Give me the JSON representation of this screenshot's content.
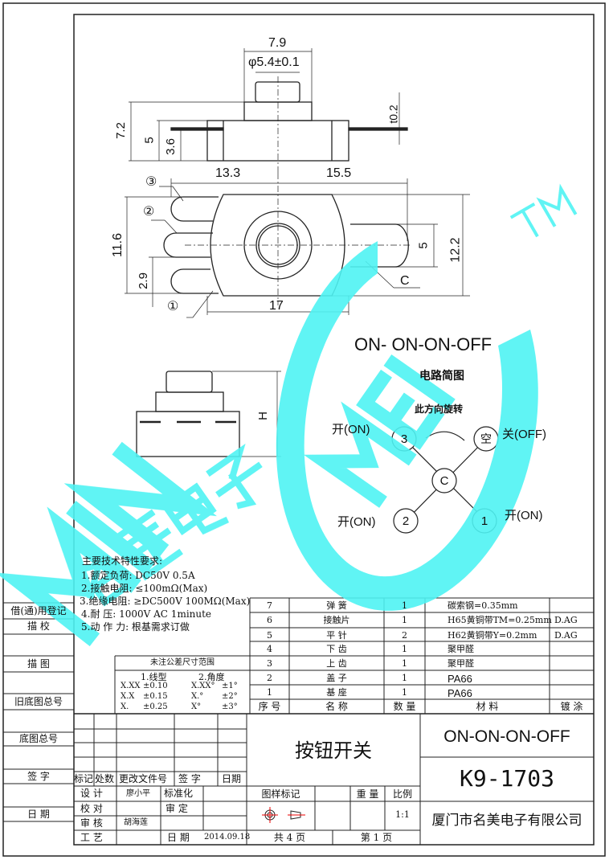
{
  "watermark": {
    "brand": "MINGMEI",
    "chinese": "名美电子",
    "tm": "TM",
    "color": "#4ff3f3"
  },
  "top_view": {
    "dims": {
      "width_collar": "7.9",
      "diameter": "φ5.4±0.1",
      "thickness": "t0.2",
      "height_total": "7.2",
      "height_body": "5",
      "pin_height": "3.6"
    }
  },
  "plan_view": {
    "dims": {
      "left": "13.3",
      "right": "15.5",
      "height_left": "11.6",
      "pin_pitch": "2.9",
      "right_pin": "5",
      "height_right": "12.2",
      "base_width": "17"
    },
    "labels": {
      "pin1": "①",
      "pin2": "②",
      "pin3": "③",
      "common": "C"
    }
  },
  "side_view": {
    "dim_h": "H"
  },
  "circuit": {
    "title": "ON- ON-ON-OFF",
    "subtitle": "电路简图",
    "rotation": "此方向旋转",
    "nodes": {
      "n3": "3",
      "off": "空",
      "c": "C",
      "n2": "2",
      "n1": "1"
    },
    "labels": {
      "on3": "开(ON)",
      "off": "关(OFF)",
      "on2": "开(ON)",
      "on1": "开(ON)"
    }
  },
  "specs": {
    "title": "主要技术特性要求:",
    "items": [
      "1.额定负荷: DC50V 0.5A",
      "2.接触电阻:  ≤100mΩ(Max)",
      "3.绝缘电阻: ≥DC500V 100MΩ(Max)",
      "4.耐    压: 1000V AC 1minute",
      "5.动 作 力: 根基需求订做"
    ]
  },
  "tolerance": {
    "title": "未注公差尺寸范围",
    "col1": "1.线型",
    "col2": "2.角度",
    "rows": [
      [
        "X.XX",
        "±0.10",
        "X.XX°",
        "±1°"
      ],
      [
        "X.X",
        "±0.15",
        "X.°",
        "±2°"
      ],
      [
        "X.",
        "±0.25",
        "X°",
        "±3°"
      ]
    ]
  },
  "parts": {
    "headers": [
      "序 号",
      "名   称",
      "数 量",
      "材    料",
      "镀  涂"
    ],
    "rows": [
      [
        "7",
        "弹 簧",
        "1",
        "碳索钢=0.35mm",
        ""
      ],
      [
        "6",
        "接触片",
        "1",
        "H65黄铜带TM=0.25mm",
        "D.AG"
      ],
      [
        "5",
        "平 针",
        "2",
        "H62黄铜带Y=0.2mm",
        "D.AG"
      ],
      [
        "4",
        "下 齿",
        "1",
        "聚甲醛",
        ""
      ],
      [
        "3",
        "上 齿",
        "1",
        "聚甲醛",
        ""
      ],
      [
        "2",
        "盖 子",
        "1",
        "PA66",
        ""
      ],
      [
        "1",
        "基 座",
        "1",
        "PA66",
        ""
      ]
    ]
  },
  "left_strip": [
    "借(通)用登记",
    "描  校",
    "描  图",
    "旧底图总号",
    "底图总号",
    "签  字",
    "日  期"
  ],
  "title_block": {
    "rev_headers": [
      "标记",
      "处数",
      "更改文件号",
      "签   字",
      "日期"
    ],
    "design": "设  计",
    "designer": "廖小平",
    "standard": "标准化",
    "check": "校  对",
    "approve": "审  定",
    "review": "审  核",
    "reviewer": "胡海莲",
    "process": "工  艺",
    "date_label": "日  期",
    "date": "2014.09.18",
    "product": "按钮开关",
    "sample_mark": "图样标记",
    "weight": "重 量",
    "scale_label": "比例",
    "scale": "1:1",
    "total_pages": "共  4  页",
    "page": "第  1  页",
    "type": "ON-ON-ON-OFF",
    "part_no": "K9-1703",
    "company": "厦门市名美电子有限公司"
  }
}
